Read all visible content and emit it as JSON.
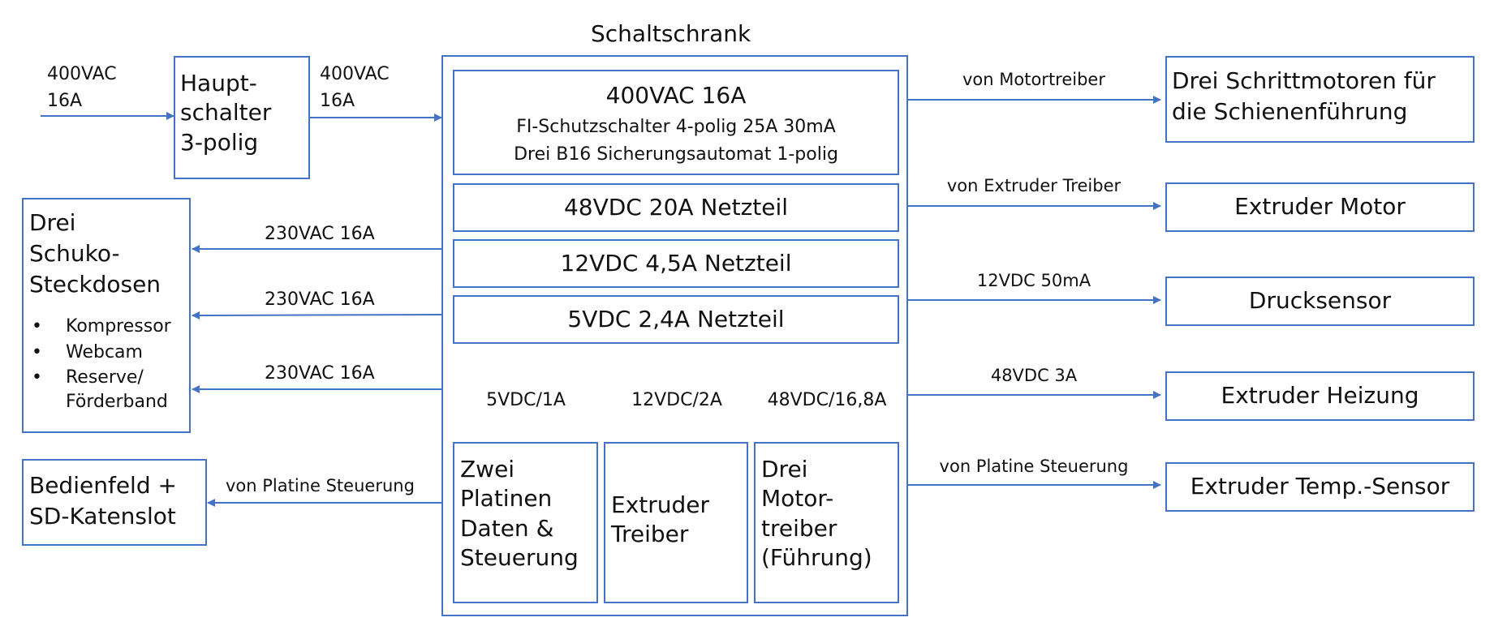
{
  "title": "Schaltschrank",
  "input": {
    "line1": "400VAC",
    "line2": "16A"
  },
  "hauptschalter": {
    "text": "Haupt-\nschalter\n3-polig"
  },
  "after_hauptschalter": {
    "line1": "400VAC",
    "line2": "16A"
  },
  "protection": {
    "title": "400VAC 16A",
    "line1": "FI-Schutzschalter 4-polig 25A 30mA",
    "line2": "Drei B16 Sicherungsautomat 1-polig"
  },
  "psu": [
    {
      "label": "48VDC 20A Netzteil"
    },
    {
      "label": "12VDC 4,5A Netzteil"
    },
    {
      "label": "5VDC 2,4A Netzteil"
    }
  ],
  "dc_feeds": [
    {
      "label": "5VDC/1A"
    },
    {
      "label": "12VDC/2A"
    },
    {
      "label": "48VDC/16,8A"
    }
  ],
  "modules": [
    {
      "text": "Zwei\nPlatinen\nDaten &\nSteuerung"
    },
    {
      "text": "Extruder\nTreiber"
    },
    {
      "text": "Drei\nMotor-\ntreiber\n(Führung)"
    }
  ],
  "sockets": {
    "title": "Drei\nSchuko-\nSteckdosen",
    "items": [
      "Kompressor",
      "Webcam",
      "Reserve/\nFörderband"
    ]
  },
  "ac_outputs": [
    {
      "label": "230VAC 16A"
    },
    {
      "label": "230VAC 16A"
    },
    {
      "label": "230VAC 16A"
    }
  ],
  "bedienfeld": {
    "text": "Bedienfeld +\nSD-Katenslot",
    "link_label": "von Platine Steuerung"
  },
  "right_outputs": [
    {
      "link_label": "von Motortreiber",
      "target": "Drei Schrittmotoren für\ndie Schienenführung"
    },
    {
      "link_label": "von Extruder Treiber",
      "target": "Extruder Motor"
    },
    {
      "link_label": "12VDC 50mA",
      "target": "Drucksensor"
    },
    {
      "link_label": "48VDC 3A",
      "target": "Extruder Heizung"
    },
    {
      "link_label": "von Platine Steuerung",
      "target": "Extruder Temp.-Sensor"
    }
  ],
  "colors": {
    "line": "#4472c4",
    "text": "#111111"
  }
}
